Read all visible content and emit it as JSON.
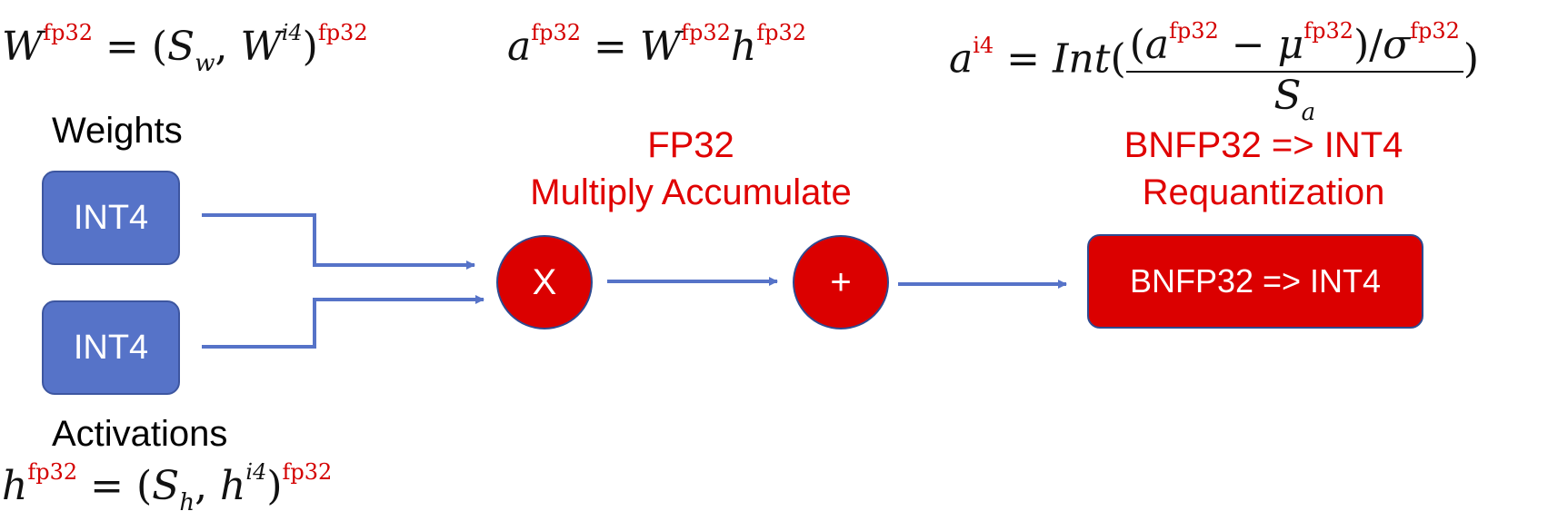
{
  "equations": {
    "weight": {
      "base": "W",
      "sup": "fp32",
      "eq": " = (",
      "s_base": "S",
      "s_sub": "w",
      "comma": ", ",
      "k_base": "W",
      "k_sup": "i4",
      "close": ")",
      "out_sup": "fp32"
    },
    "accum": {
      "lhs": "a",
      "lhs_sup": "fp32",
      "eq": " = ",
      "w": "W",
      "w_sup": "fp32",
      "h": "h",
      "h_sup": "fp32"
    },
    "requant": {
      "lhs": "a",
      "lhs_sup": "i4",
      "eq": " = ",
      "fn": "Int",
      "open": "(",
      "num_open": "(",
      "num_a": "a",
      "num_a_sup": "fp32",
      "minus": " − ",
      "mu": "μ",
      "mu_sup": "fp32",
      "num_close": ")/",
      "sigma": "σ",
      "sigma_sup": "fp32",
      "den": "S",
      "den_sub": "a",
      "close": ")"
    },
    "activation": {
      "base": "h",
      "sup": "fp32",
      "eq": " = (",
      "s_base": "S",
      "s_sub": "h",
      "comma": ", ",
      "k_base": "h",
      "k_sup": "i4",
      "close": ")",
      "out_sup": "fp32"
    }
  },
  "labels": {
    "weights": "Weights",
    "activations": "Activations",
    "mac_line1": "FP32",
    "mac_line2": "Multiply Accumulate",
    "requant_line1": "BNFP32 => INT4",
    "requant_line2": "Requantization"
  },
  "nodes": {
    "weights_box": "INT4",
    "activations_box": "INT4",
    "multiply": "X",
    "add": "+",
    "requant_box": "BNFP32 => INT4"
  },
  "colors": {
    "accent_red": "#e00000",
    "node_red": "#db0000",
    "node_blue": "#5673c8",
    "arrow": "#5673c8"
  }
}
